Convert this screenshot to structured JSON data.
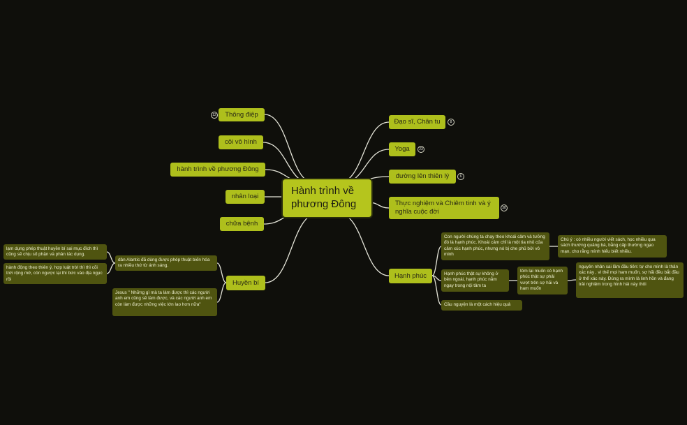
{
  "root": {
    "title": "Hành trình về phương Đông"
  },
  "left_topics": [
    {
      "label": "Thông điệp",
      "badge": "12"
    },
    {
      "label": "côi vô hình"
    },
    {
      "label": "hành trình về phương Đông"
    },
    {
      "label": "nhân loại"
    },
    {
      "label": "chữa bệnh"
    },
    {
      "label": "Huyền bí"
    }
  ],
  "right_topics": [
    {
      "label": "Đạo sĩ, Chân tu",
      "badge": "8"
    },
    {
      "label": "Yoga",
      "badge": "23"
    },
    {
      "label": "đường lên thiên lý",
      "badge": "6"
    },
    {
      "label": "Thực nghiệm và Chiêm tinh và ý nghĩa cuộc đời",
      "badge": "38"
    },
    {
      "label": "Hạnh phúc"
    }
  ],
  "huyen_bi": {
    "atlantic": "dân Alantic đã dùng được phép thuật biến hóa ra nhiều thứ từ ánh sáng.",
    "lam_dung": "lạm dụng phép thuật huyền bí sai mục đích thì cũng sẽ chịu số phận và phản tác dụng.",
    "hanh_dong": "hành động theo thiên ý, hợp luật trời thì thì cõi trời rộng mở, còn ngược lại thì bức vào địa ngục rồi",
    "jesus": "Jesus \" Những gì mà ta làm được thì các người anh em cũng sẽ làm được, và các người anh em còn làm được những việc lớn lao hơn nữa\""
  },
  "hanh_phuc": {
    "khoai_cam": "Con người chúng ta chạy theo khoái cảm và tưởng đó là hạnh phúc. Khoái cảm chỉ là một tia nhỏ của cảm xúc hạnh phúc, nhưng nó bị che phủ bởi vô minh",
    "chu_y": "Chú ý : có nhiều người viết sách, học nhiều qua sách thường quảng bá, bằng cấp thường ngạo mạn, cho rằng mình hiểu biết nhiều.",
    "that_su": "Hạnh phúc thật sự không ở bên ngoài, hạnh phúc nằm ngay trong nội tâm ta",
    "tom_lai": "tóm lại muốn có hạnh phúc thật sự phải vượt trên sợ hãi và ham muốn",
    "nguyen_nhan": "nguyên nhân sai lầm đầu tiên: tự cho mình là thân xác này , vì thế mọi ham muốn, sợ hãi đều bắt đầu ở thể xác này. Đúng ra mình là linh hồn và đang trải nghiệm trong hình hài này thôi",
    "cau_nguyen": "Cầu nguyện là một cách hiệu quả"
  },
  "colors": {
    "background": "#0f0f0b",
    "topic": "#aebf1c",
    "subtopic": "#4f5410",
    "line": "#e4e4d8"
  }
}
